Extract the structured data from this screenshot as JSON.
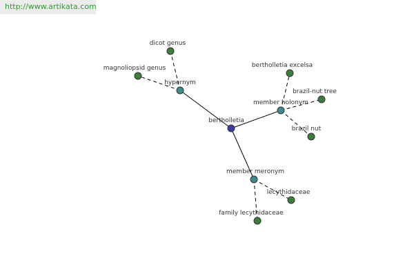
{
  "site": {
    "url_text": "http://www.artikata.com"
  },
  "colors": {
    "link": "#339933",
    "edge": "#000000",
    "label": "#333333",
    "node_stroke": "#333333",
    "center_fill": "#3b3b9e",
    "relation_fill": "#3e8c8c",
    "leaf_fill": "#3c7d3c"
  },
  "graph": {
    "center": {
      "label": "bertholletia",
      "kind": "center"
    },
    "relations": [
      {
        "id": "hypernym",
        "label": "hypernym",
        "kind": "relation",
        "terms": [
          {
            "id": "dicot-genus",
            "label": "dicot genus"
          },
          {
            "id": "magnoliopsid-genus",
            "label": "magnoliopsid genus"
          }
        ]
      },
      {
        "id": "member-holonym",
        "label": "member holonym",
        "kind": "relation",
        "terms": [
          {
            "id": "bertholletia-excelsa",
            "label": "bertholletia excelsa"
          },
          {
            "id": "brazil-nut-tree",
            "label": "brazil-nut tree"
          },
          {
            "id": "brazil-nut",
            "label": "brazil nut"
          }
        ]
      },
      {
        "id": "member-meronym",
        "label": "member meronym",
        "kind": "relation",
        "terms": [
          {
            "id": "lecythidaceae",
            "label": "lecythidaceae"
          },
          {
            "id": "family-lecythidaceae",
            "label": "family lecythidaceae"
          }
        ]
      }
    ]
  }
}
